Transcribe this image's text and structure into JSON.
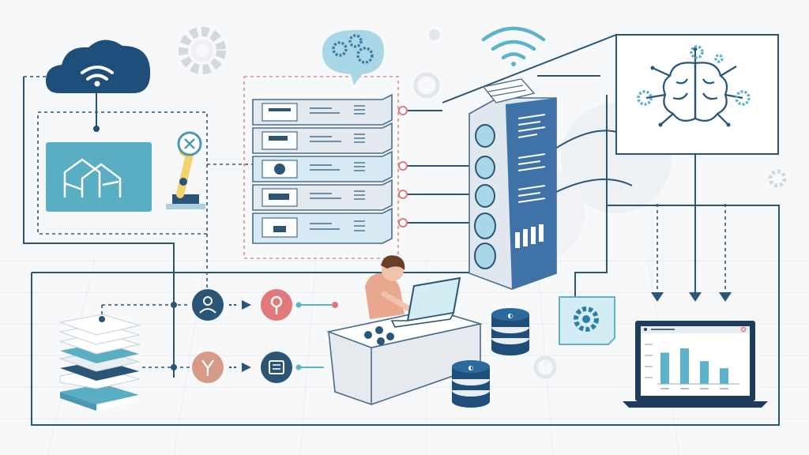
{
  "colors": {
    "navy": "#1e4f7a",
    "blue": "#4f86b8",
    "light_blue": "#a9cfe0",
    "teal": "#5cb3c9",
    "sky": "#cfe7f0",
    "coral": "#e07a7a",
    "peach": "#d79a86",
    "skin": "#e9a78f",
    "hair": "#6b3e2a",
    "gray": "#d9dde3",
    "line": "#2b5577",
    "dashed_red": "#e38b8b",
    "background": "#f7f8fa"
  },
  "icons": [
    "wifi-cloud-icon",
    "gear-icon",
    "chat-gears-icon",
    "wifi-icon",
    "blueprint-icon",
    "robot-arm-icon",
    "server-rack-icon",
    "brain-icon",
    "document-stack-icon",
    "user-icon",
    "key-icon",
    "merge-icon",
    "processor-icon",
    "database-icon",
    "settings-panel-icon",
    "laptop-dashboard-icon",
    "person-at-desk-illustration"
  ],
  "laptop_chart": {
    "type": "bar",
    "values": [
      0.66,
      0.75,
      0.48,
      0.33
    ],
    "note_values_are_fraction_of_plot_height": true
  }
}
